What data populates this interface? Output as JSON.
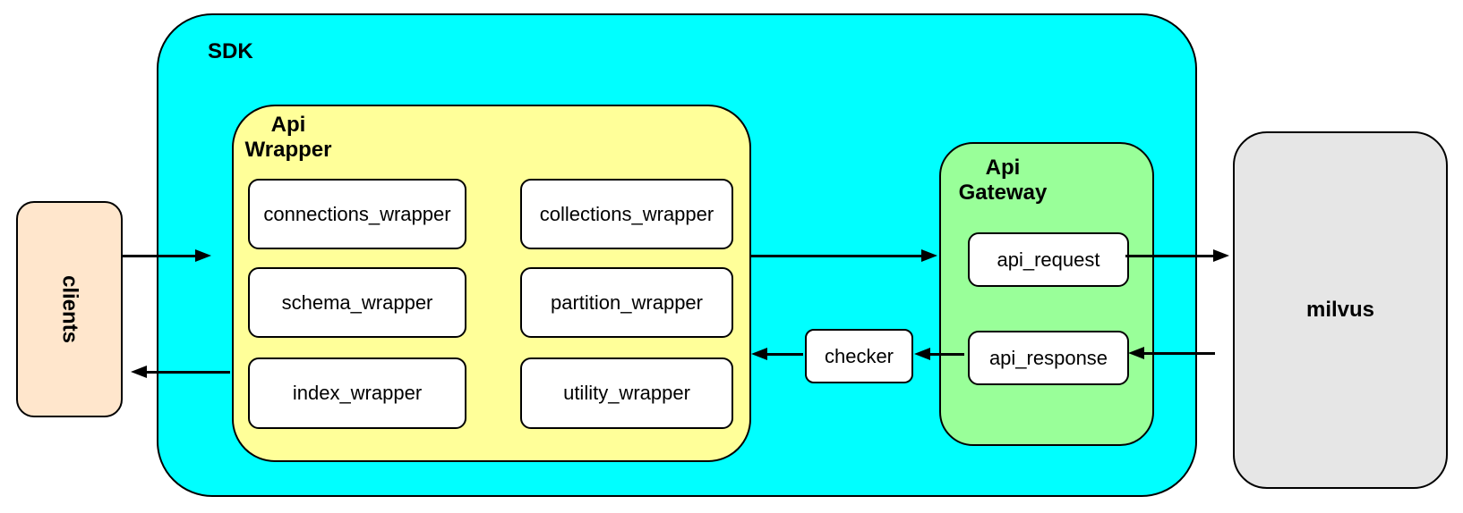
{
  "nodes": {
    "clients": {
      "label": "clients"
    },
    "sdk": {
      "label": "SDK"
    },
    "api_wrapper": {
      "label": "Api\nWrapper"
    },
    "connections_wrapper": {
      "label": "connections_wrapper"
    },
    "collections_wrapper": {
      "label": "collections_wrapper"
    },
    "schema_wrapper": {
      "label": "schema_wrapper"
    },
    "partition_wrapper": {
      "label": "partition_wrapper"
    },
    "index_wrapper": {
      "label": "index_wrapper"
    },
    "utility_wrapper": {
      "label": "utility_wrapper"
    },
    "checker": {
      "label": "checker"
    },
    "api_gateway": {
      "label": "Api\nGateway"
    },
    "api_request": {
      "label": "api_request"
    },
    "api_response": {
      "label": "api_response"
    },
    "milvus": {
      "label": "milvus"
    }
  },
  "edges": [
    {
      "from": "clients",
      "to": "sdk",
      "direction": "right"
    },
    {
      "from": "sdk",
      "to": "clients",
      "direction": "left"
    },
    {
      "from": "api_wrapper",
      "to": "api_request",
      "direction": "right"
    },
    {
      "from": "api_request",
      "to": "milvus",
      "direction": "right"
    },
    {
      "from": "milvus",
      "to": "api_response",
      "direction": "left"
    },
    {
      "from": "api_response",
      "to": "checker",
      "direction": "left"
    },
    {
      "from": "checker",
      "to": "api_wrapper",
      "direction": "left"
    }
  ],
  "colors": {
    "canvas": "#FFFFFF",
    "sdk-fill": "#00FFFF",
    "wrapper-fill": "#FFFF99",
    "gateway-fill": "#99FF99",
    "clients-fill": "#FFE6CC",
    "milvus-fill": "#E6E6E6",
    "node-fill": "#FFFFFF",
    "stroke": "#000000"
  }
}
